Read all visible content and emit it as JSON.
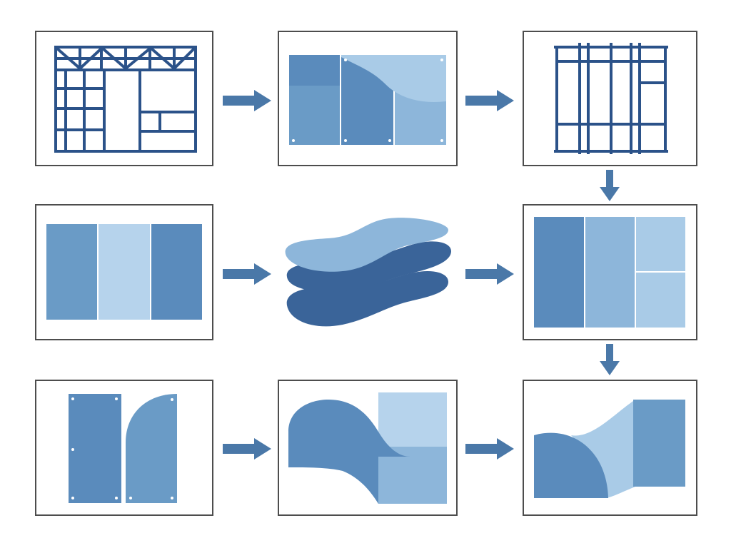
{
  "diagram": {
    "colors": {
      "frame_border": "#4d4d4d",
      "frame_fill": "#ffffff",
      "arrow": "#4a78a8",
      "outline_navy": "#2b5289",
      "blue_dark": "#3a6499",
      "blue_mid": "#5a8bbc",
      "blue_medium": "#6a9bc6",
      "blue_light": "#8db6da",
      "blue_pale": "#a9cbe7",
      "blue_palest": "#b6d3ec",
      "screw_dot": "#ffffff"
    },
    "nodes": [
      {
        "id": "framing",
        "icon": "wall-framing-outline-icon"
      },
      {
        "id": "drywall-panels",
        "icon": "drywall-panels-with-curved-edge-icon"
      },
      {
        "id": "stud-grid",
        "icon": "stud-grid-outline-icon"
      },
      {
        "id": "panel-triptych",
        "icon": "three-vertical-panels-icon"
      },
      {
        "id": "layered-sheets",
        "icon": "stacked-wavy-layers-icon"
      },
      {
        "id": "panel-composition",
        "icon": "tiled-panel-composition-icon"
      },
      {
        "id": "panel-and-arch",
        "icon": "panel-and-arched-panel-icon"
      },
      {
        "id": "curve-and-squares",
        "icon": "curved-shape-with-squares-icon"
      },
      {
        "id": "final-curves",
        "icon": "quarter-circle-and-rectangle-icon"
      }
    ],
    "flow": [
      {
        "from": "framing",
        "to": "drywall-panels",
        "direction": "right"
      },
      {
        "from": "drywall-panels",
        "to": "stud-grid",
        "direction": "right"
      },
      {
        "from": "stud-grid",
        "to": "panel-composition",
        "direction": "down"
      },
      {
        "from": "panel-triptych",
        "to": "layered-sheets",
        "direction": "right"
      },
      {
        "from": "layered-sheets",
        "to": "panel-composition",
        "direction": "right"
      },
      {
        "from": "panel-composition",
        "to": "final-curves",
        "direction": "down"
      },
      {
        "from": "panel-and-arch",
        "to": "curve-and-squares",
        "direction": "right"
      },
      {
        "from": "curve-and-squares",
        "to": "final-curves",
        "direction": "right"
      }
    ]
  }
}
